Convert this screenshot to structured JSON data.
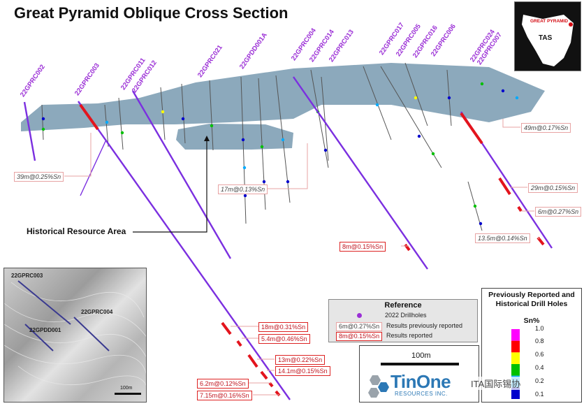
{
  "title": "Great Pyramid Oblique Cross Section",
  "drillholes": [
    {
      "id": "22GPRC002"
    },
    {
      "id": "22GPRC003"
    },
    {
      "id": "22GPRC011"
    },
    {
      "id": "22GPRC012"
    },
    {
      "id": "22GPRC021"
    },
    {
      "id": "22GPDD001A"
    },
    {
      "id": "22GPRC004"
    },
    {
      "id": "22GPRC014"
    },
    {
      "id": "22GPRC013"
    },
    {
      "id": "22GPRC017"
    },
    {
      "id": "22GPRC005"
    },
    {
      "id": "22GPRC016"
    },
    {
      "id": "22GPRC006"
    },
    {
      "id": "22GPRC024"
    },
    {
      "id": "22GPRC007"
    }
  ],
  "results_previously_reported": [
    "39m@0.25%Sn",
    "17m@0.13%Sn",
    "49m@0.17%Sn",
    "29m@0.15%Sn",
    "6m@0.27%Sn",
    "13.5m@0.14%Sn"
  ],
  "results_reported": [
    "8m@0.15%Sn",
    "18m@0.31%Sn",
    "5.4m@0.46%Sn",
    "13m@0.22%Sn",
    "14.1m@0.15%Sn",
    "6.2m@0.12%Sn",
    "7.15m@0.16%Sn"
  ],
  "historical_resource_label": "Historical Resource Area",
  "inset_map": {
    "labels": [
      "22GPRC003",
      "22GPDD001",
      "22GPRC004"
    ],
    "scale_label": "100m"
  },
  "locator_map": {
    "region": "TAS",
    "site": "GREAT PYRAMID"
  },
  "reference": {
    "title": "Reference",
    "drillholes_label": "2022 Drillholes",
    "prev_sample": "6m@0.27%Sn",
    "prev_label": "Results previously reported",
    "new_sample": "8m@0.15%Sn",
    "new_label": "Results reported"
  },
  "scale_bar": {
    "label": "100m"
  },
  "logo": {
    "name": "TinOne",
    "sub": "RESOURCES INC."
  },
  "sn_legend": {
    "title": "Previously Reported and Historical Drill Holes",
    "unit": "Sn%",
    "ticks": [
      "1.0",
      "0.8",
      "0.6",
      "0.4",
      "0.2",
      "0.1"
    ],
    "colors": [
      "#ff00ff",
      "#ff0000",
      "#ffff00",
      "#00c000",
      "#00aaff",
      "#0000cc"
    ]
  },
  "watermark": "ITA国际锡协"
}
